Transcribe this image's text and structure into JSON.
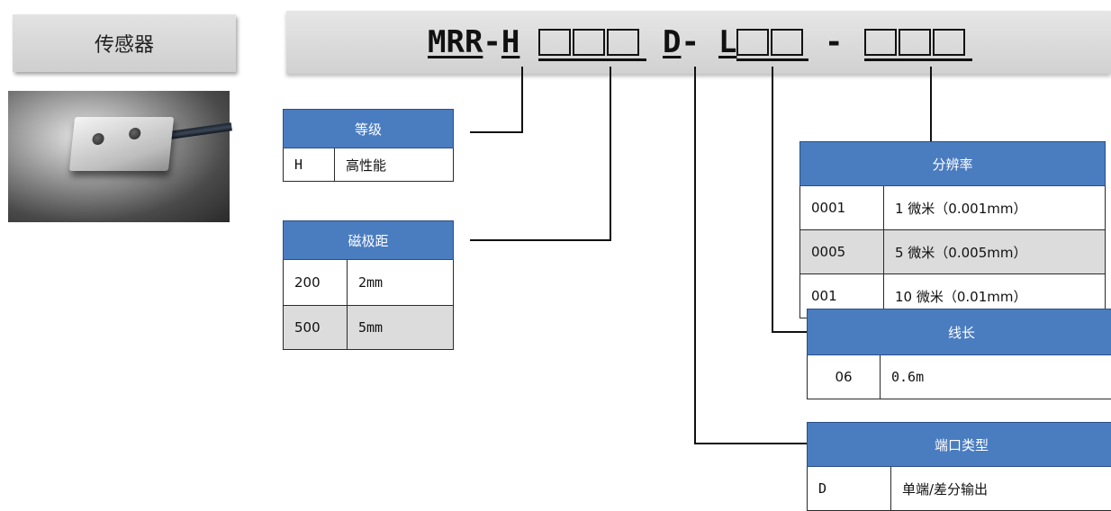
{
  "category": {
    "label": "传感器"
  },
  "model_code": {
    "prefix_a": "MRR",
    "dash1": "-",
    "prefix_b": "H",
    "type_code": "D",
    "dash2": "-",
    "length_code": "L",
    "dash3": "-"
  },
  "tables": {
    "grade": {
      "header": "等级",
      "rows": [
        {
          "code": "H",
          "desc": "高性能"
        }
      ]
    },
    "pole_pitch": {
      "header": "磁极距",
      "rows": [
        {
          "code": "200",
          "desc": "2mm"
        },
        {
          "code": "500",
          "desc": "5mm"
        }
      ]
    },
    "resolution": {
      "header": "分辨率",
      "rows": [
        {
          "code": "0001",
          "desc": "1 微米（0.001mm）"
        },
        {
          "code": "0005",
          "desc": "5 微米（0.005mm）"
        },
        {
          "code": "001",
          "desc": "10 微米（0.01mm）"
        }
      ]
    },
    "cable_length": {
      "header": "线长",
      "rows": [
        {
          "code": "06",
          "desc": "0.6m"
        }
      ]
    },
    "port_type": {
      "header": "端口类型",
      "rows": [
        {
          "code": "D",
          "desc": "单端/差分输出"
        }
      ]
    }
  },
  "colors": {
    "header_blue": "#4a7cc0",
    "alt_row_gray": "#dcdcdc",
    "bar_gray": "#d9d9d9"
  }
}
